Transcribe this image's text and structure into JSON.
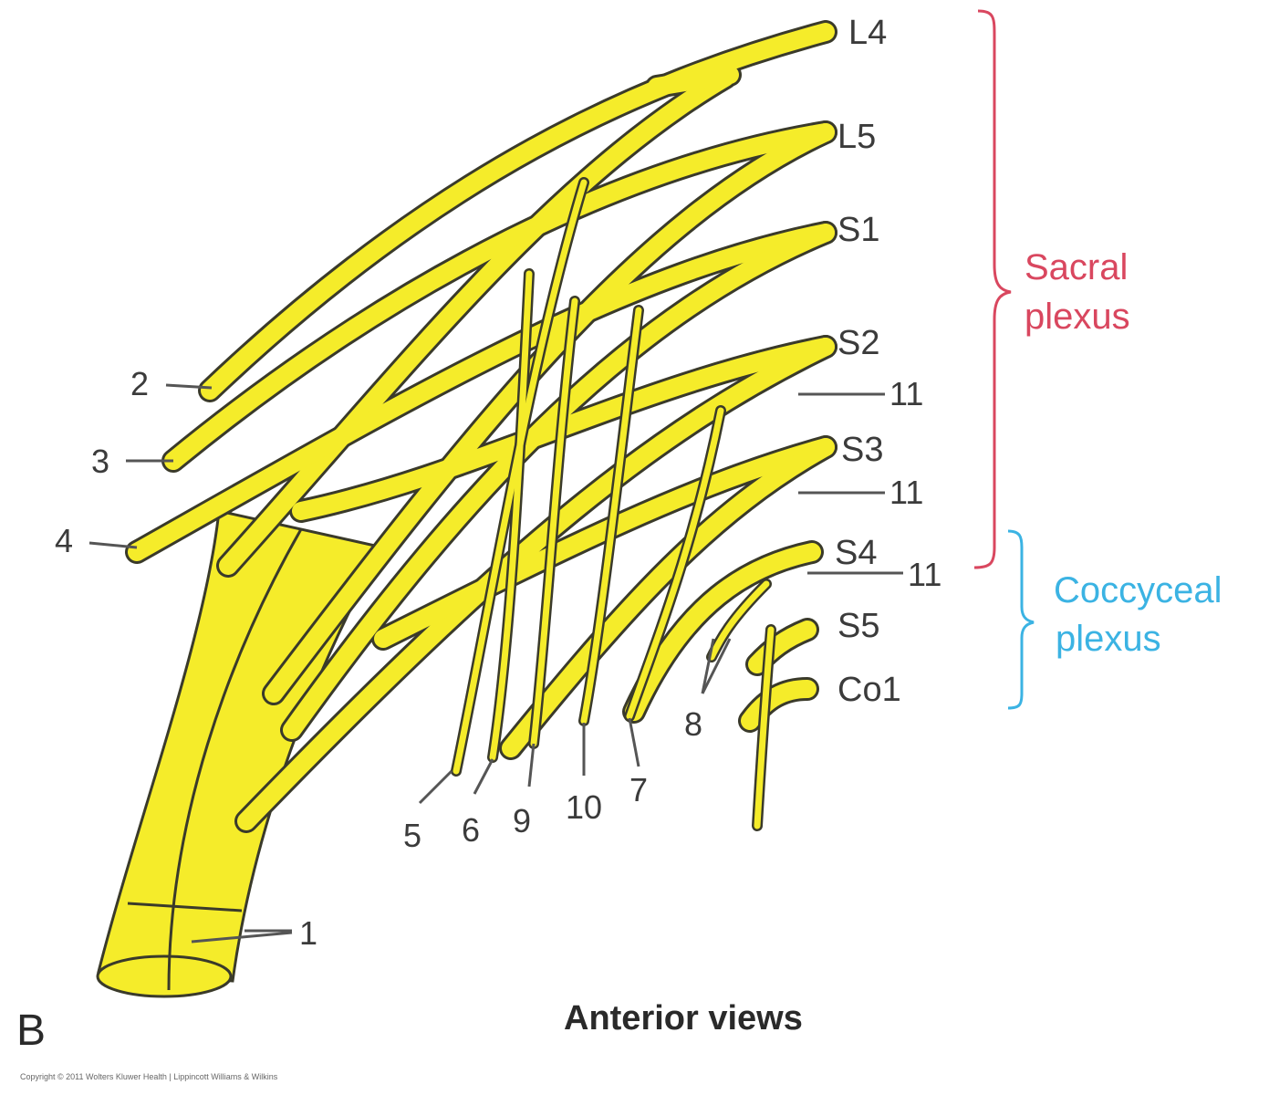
{
  "roots": {
    "l4": "L4",
    "l5": "L5",
    "s1": "S1",
    "s2": "S2",
    "s3": "S3",
    "s4": "S4",
    "s5": "S5",
    "co1": "Co1"
  },
  "numbers": {
    "n1": "1",
    "n2": "2",
    "n3": "3",
    "n4": "4",
    "n5": "5",
    "n6": "6",
    "n7": "7",
    "n8": "8",
    "n9": "9",
    "n10": "10",
    "n11a": "11",
    "n11b": "11",
    "n11c": "11"
  },
  "regions": {
    "sacral_line1": "Sacral",
    "sacral_line2": "plexus",
    "coccygeal_line1": "Coccyceal",
    "coccygeal_line2": "plexus"
  },
  "panel_letter": "B",
  "caption": "Anterior views",
  "copyright": "Copyright © 2011 Wolters Kluwer Health | Lippincott Williams & Wilkins",
  "colors": {
    "nerve": "#f5ec2a",
    "sacral": "#d9475f",
    "coccygeal": "#3bb3e3",
    "text": "#3b3b3b"
  }
}
